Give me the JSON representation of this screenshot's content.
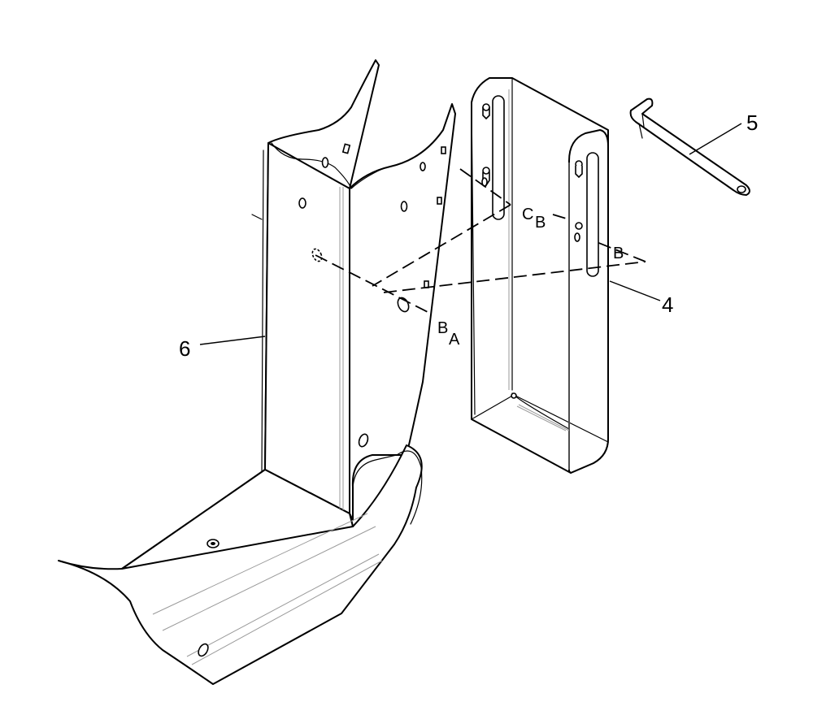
{
  "callouts": {
    "item4": "4",
    "item5": "5",
    "item6": "6"
  },
  "references": {
    "c_upper": "C",
    "b_upper": "B",
    "b_right": "B",
    "b_lower": "B",
    "a_lower": "A"
  },
  "colors": {
    "line": "#000000",
    "fold_line": "#9a9a9a",
    "background": "#ffffff"
  }
}
